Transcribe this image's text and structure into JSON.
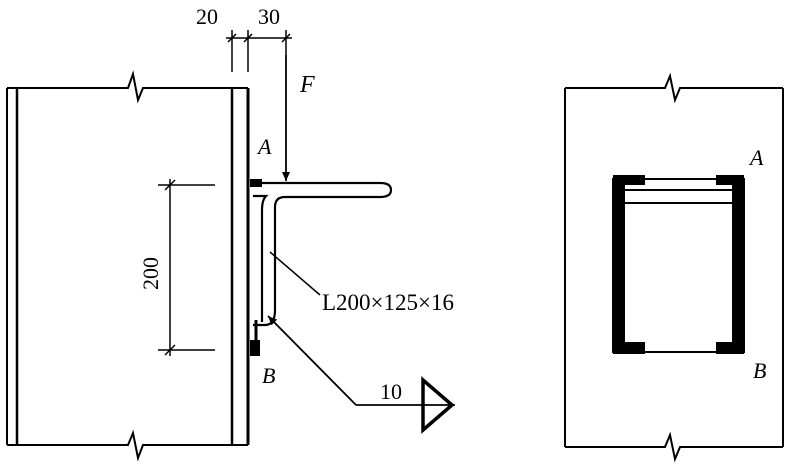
{
  "dimensions": {
    "top_left": "20",
    "top_right": "30",
    "bolt_spacing": "200",
    "weld_size": "10"
  },
  "labels": {
    "force": "F",
    "point_a_side": "A",
    "point_b_side": "B",
    "point_a_front": "A",
    "point_b_front": "B",
    "angle_section": "L200×125×16"
  },
  "colors": {
    "stroke": "#000000",
    "background": "#ffffff"
  }
}
